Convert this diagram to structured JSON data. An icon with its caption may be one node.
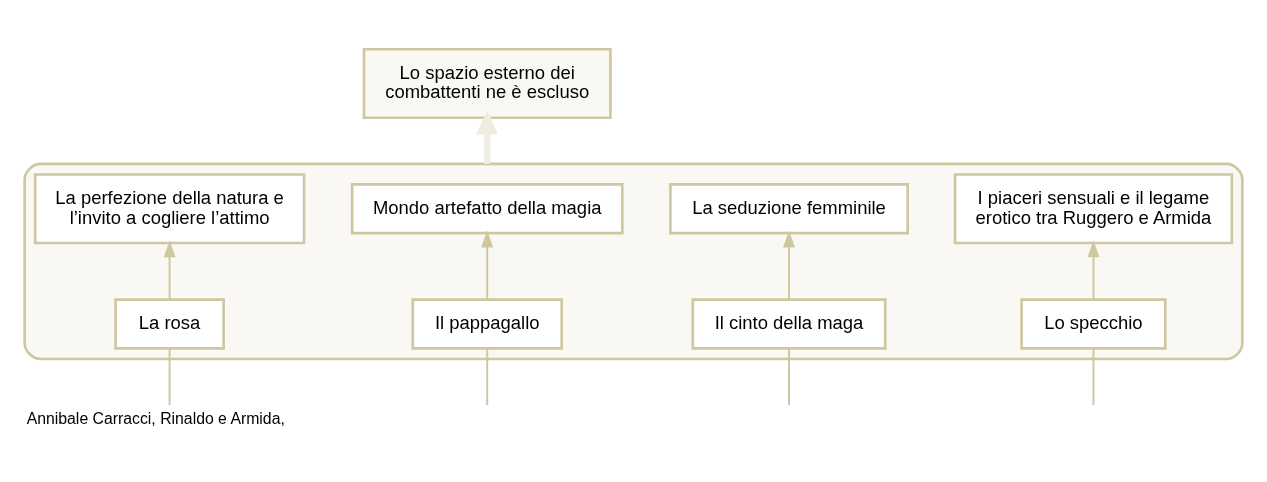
{
  "diagram": {
    "caption": "Annibale Carracci, Rinaldo e Armida,",
    "nodes": [
      {
        "text": [
          "Lo spazio esterno dei combattenti ne è escluso"
        ]
      },
      {
        "text": [],
        "shape": "ellipse"
      },
      {
        "text": [
          "Mondo artefatto della magia"
        ],
        "in": 1
      },
      {
        "text": [
          "La seduzione femminile"
        ],
        "in": 1
      },
      {
        "text": [
          "La perfezione della natura e l’invito a cogliere l’attimo"
        ],
        "in": 1
      },
      {
        "text": [
          "I piaceri sensuali e il legame erotico tra Ruggero e Armida"
        ],
        "in": 1
      },
      {
        "text": [
          "La rosa"
        ],
        "in": 1
      },
      {
        "text": [
          "Il pappagallo"
        ],
        "in": 1
      },
      {
        "text": [
          "Il cinto della maga"
        ],
        "in": 1
      },
      {
        "text": [
          "Lo specchio"
        ],
        "in": 1
      }
    ],
    "edges": [
      {
        "from": 1,
        "to": 0,
        "arrow": "to",
        "style": "thick",
        "color": "#efece2"
      },
      {
        "from": 6,
        "to": 4,
        "arrow": "to"
      },
      {
        "from": 7,
        "to": 2,
        "arrow": "to"
      },
      {
        "from": 8,
        "to": 3,
        "arrow": "to"
      },
      {
        "from": 9,
        "to": 5,
        "arrow": "to"
      },
      {
        "from": null,
        "to": 6,
        "arrow": "none"
      },
      {
        "from": null,
        "to": 7,
        "arrow": "none"
      },
      {
        "from": null,
        "to": 8,
        "arrow": "none"
      },
      {
        "from": null,
        "to": 9,
        "arrow": "none"
      }
    ]
  }
}
